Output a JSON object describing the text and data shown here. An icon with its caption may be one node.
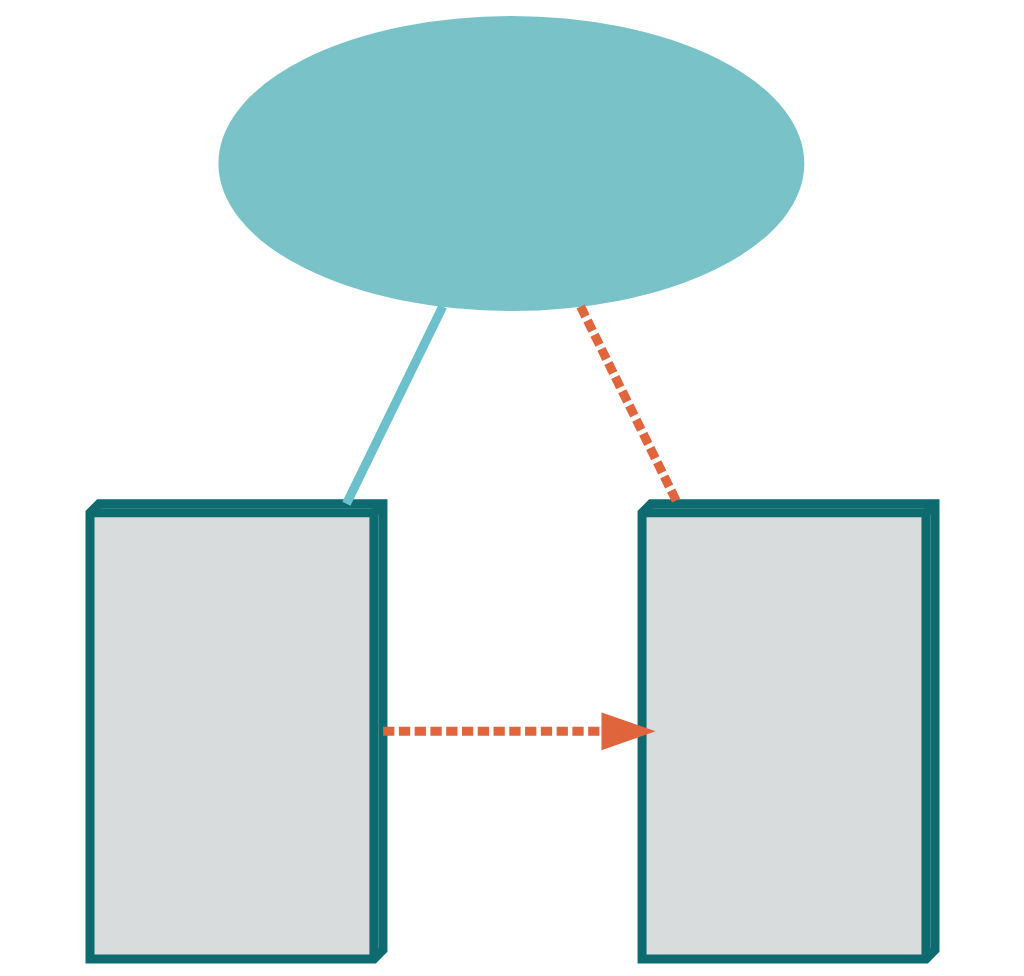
{
  "diagram": {
    "nodes": [
      {
        "text": [],
        "shape": "cloud"
      },
      {
        "text": [],
        "shape": "server"
      },
      {
        "text": [],
        "shape": "server"
      }
    ],
    "edges": [
      {
        "from": 0,
        "to": 1,
        "arrow": "none",
        "color": "#6cc0cc"
      },
      {
        "from": 1,
        "to": 2,
        "arrow": "to",
        "style": "dashed"
      },
      {
        "from": 0,
        "to": 2,
        "arrow": "none",
        "style": "dashed"
      }
    ]
  }
}
